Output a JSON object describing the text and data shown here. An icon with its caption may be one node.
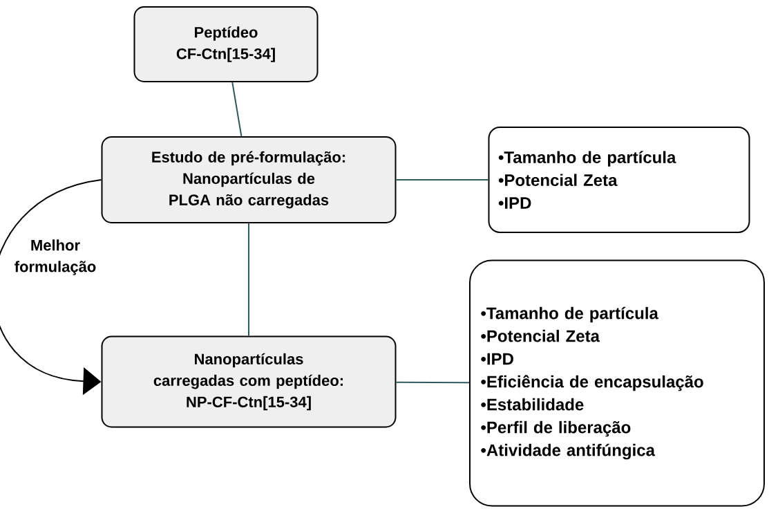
{
  "diagram": {
    "nodes": [
      {
        "text": [
          "Peptídeo CF-Ctn[15-34]"
        ]
      },
      {
        "text": [
          "Estudo de pré-formulação: Nanopartículas de PLGA não carregadas"
        ]
      },
      {
        "text": [
          "•Tamanho de partícula",
          "•Potencial Zeta",
          "•IPD"
        ]
      },
      {
        "text": [
          "Nanopartículas carregadas com peptídeo: NP-CF-Ctn[15-34]"
        ]
      },
      {
        "text": [
          "•Tamanho de partícula",
          "•Potencial Zeta",
          "•IPD",
          "•Eficiência de encapsulação",
          "•Estabilidade",
          "•Perfil de liberação",
          "•Atividade antifúngica"
        ]
      }
    ],
    "edges": [
      {
        "from": 0,
        "to": 1,
        "arrow": "none"
      },
      {
        "from": 1,
        "to": 2,
        "arrow": "none"
      },
      {
        "from": 1,
        "to": 3,
        "arrow": "none"
      },
      {
        "from": 3,
        "to": 4,
        "arrow": "none"
      },
      {
        "from": 1,
        "to": 3,
        "arrow": "to",
        "label": "Melhor formulação",
        "color": "#000000"
      }
    ]
  }
}
